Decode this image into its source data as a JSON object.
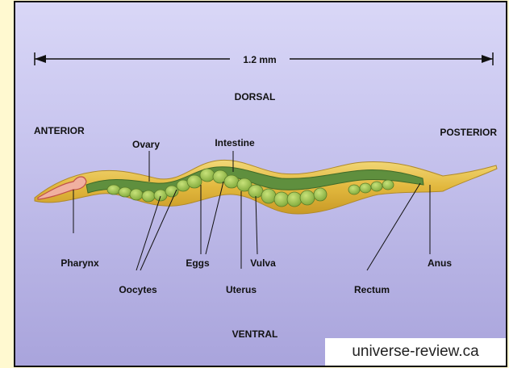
{
  "diagram": {
    "scale_label": "1.2 mm",
    "orientation": {
      "dorsal": "DORSAL",
      "ventral": "VENTRAL",
      "anterior": "ANTERIOR",
      "posterior": "POSTERIOR"
    },
    "labels": {
      "ovary": "Ovary",
      "intestine": "Intestine",
      "pharynx": "Pharynx",
      "oocytes": "Oocytes",
      "eggs": "Eggs",
      "uterus": "Uterus",
      "vulva": "Vulva",
      "rectum": "Rectum",
      "anus": "Anus"
    },
    "colors": {
      "background_top": "#d9d7f7",
      "background_bottom": "#a9a4dc",
      "body": "#e8c24a",
      "gonad": "#5f8f3e",
      "eggs": "#9cc64a",
      "pharynx": "#d98080",
      "page_bg": "#fff9d0"
    }
  },
  "watermark": "universe-review.ca"
}
